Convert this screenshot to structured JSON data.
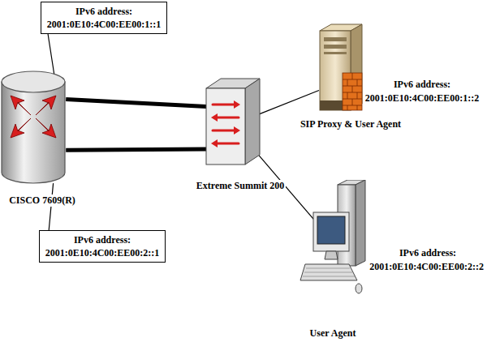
{
  "diagram": {
    "nodes": [
      {
        "text": [
          "CISCO 7609(R)"
        ]
      },
      {
        "text": [
          "IPv6 address:",
          "2001:0E10:4C00:EE00:1::1"
        ]
      },
      {
        "text": [
          "IPv6 address:",
          "2001:0E10:4C00:EE00:2::1"
        ]
      },
      {
        "text": [
          "Extreme Summit 200"
        ]
      },
      {
        "text": [
          "SIP Proxy & User Agent"
        ]
      },
      {
        "text": [
          "User Agent"
        ]
      }
    ],
    "edges": [
      {
        "from": 0,
        "to": 3,
        "arrow": "none"
      },
      {
        "from": 0,
        "to": 3,
        "arrow": "none"
      },
      {
        "from": 3,
        "to": 4,
        "arrow": "none"
      },
      {
        "from": 3,
        "to": 5,
        "arrow": "none"
      },
      {
        "from": 1,
        "to": 0,
        "arrow": "none"
      },
      {
        "from": 2,
        "to": 0,
        "arrow": "none"
      }
    ],
    "labels": [
      "IPv6 address:",
      "2001:0E10:4C00:EE00:1::2",
      "IPv6 address:",
      "2001:0E10:4C00:EE00:2::2"
    ]
  }
}
